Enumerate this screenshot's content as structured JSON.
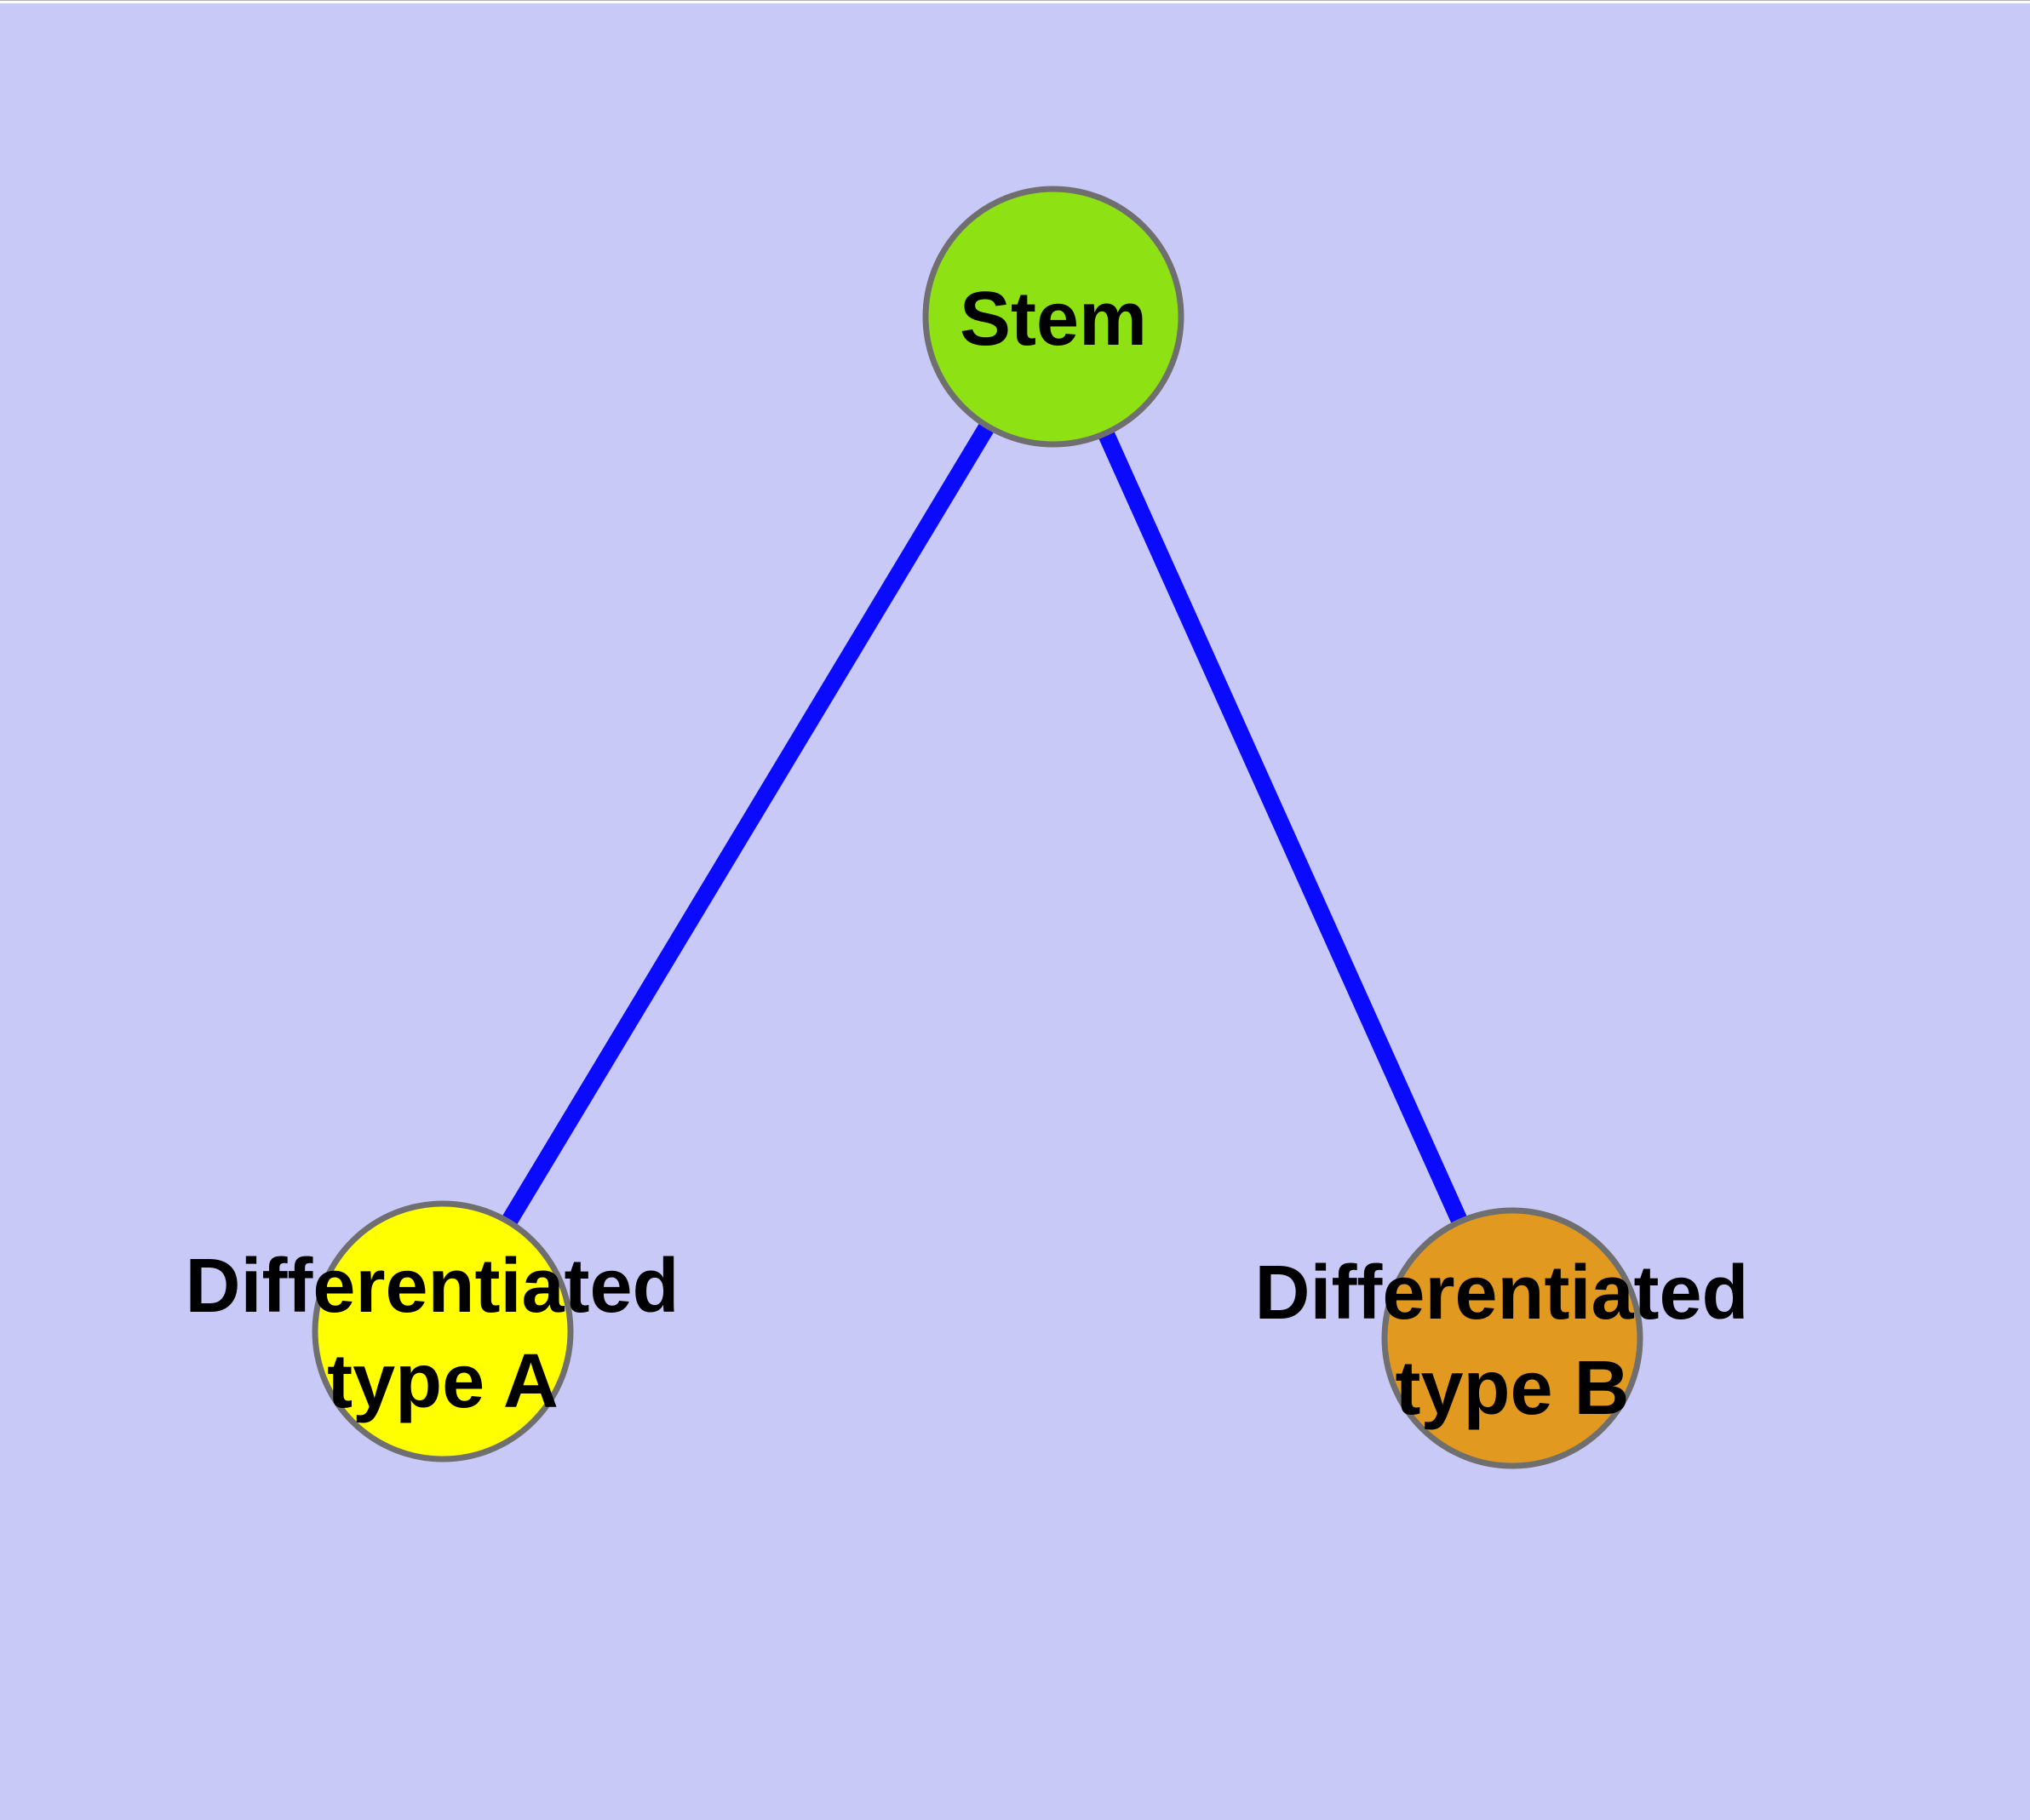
{
  "graph": {
    "background_color": "#c9c9f7",
    "edge_color": "#0a0aff",
    "node_border_color": "#6f6f6f",
    "label_color": "#000000",
    "nodes": [
      {
        "id": "stem",
        "label": "Stem",
        "lines": [
          "Stem"
        ],
        "fill": "#8ee213"
      },
      {
        "id": "differentiated-type-a",
        "label": "Differentiated type A",
        "lines": [
          "Differentiated",
          "type A"
        ],
        "fill": "#ffff00"
      },
      {
        "id": "differentiated-type-b",
        "label": "Differentiated type B",
        "lines": [
          "Differentiated",
          "type B"
        ],
        "fill": "#e2991f"
      }
    ],
    "edges": [
      {
        "source": "Stem",
        "target": "Differentiated type A"
      },
      {
        "source": "Stem",
        "target": "Differentiated type B"
      }
    ]
  }
}
